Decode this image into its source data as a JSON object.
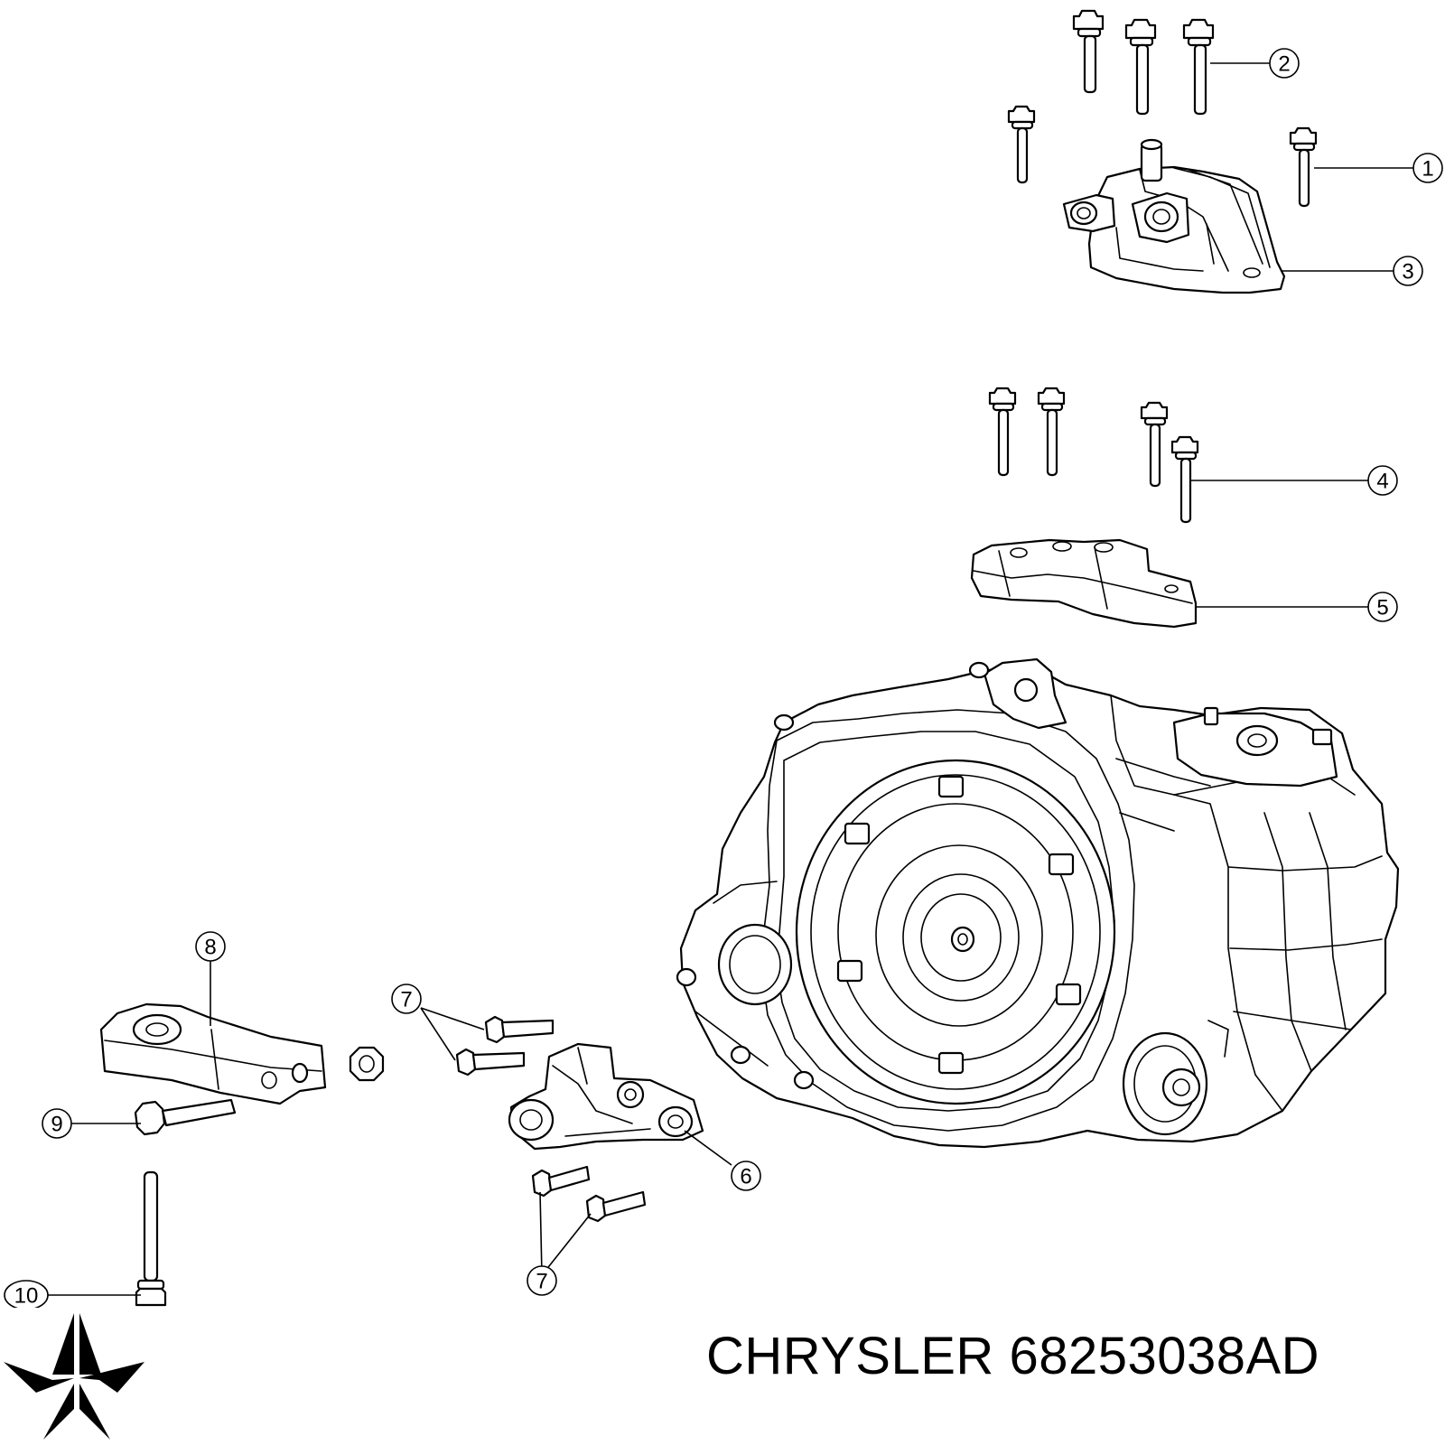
{
  "caption": {
    "brand": "CHRYSLER",
    "part_number": "68253038AD"
  },
  "logo": {
    "icon": "pentastar-icon"
  },
  "callouts": [
    "1",
    "2",
    "3",
    "4",
    "5",
    "6",
    "7",
    "7",
    "8",
    "9",
    "10"
  ],
  "colors": {
    "line": "#000000",
    "background": "#ffffff"
  }
}
